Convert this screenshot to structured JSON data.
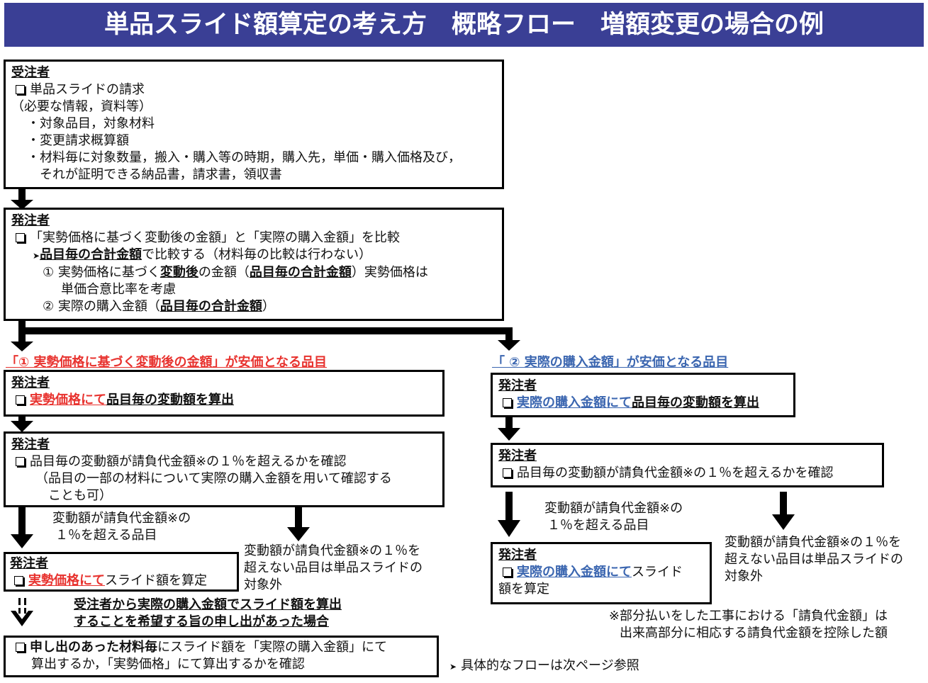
{
  "header": {
    "title": "単品スライド額算定の考え方　概略フロー　増額変更の場合の例"
  },
  "box1": {
    "role": "受注者",
    "request": "単品スライドの請求",
    "lines": [
      "（必要な情報，資料等）",
      "・対象品目，対象材料",
      "・変更請求概算額",
      "・材料毎に対象数量，搬入・購入等の時期，購入先，単価・購入価格及び，",
      "それが証明できる納品書，請求書，領収書"
    ]
  },
  "box2": {
    "role": "発注者",
    "compare": "「実勢価格に基づく変動後の金額」と「実際の購入金額」を比較",
    "method_bold": "品目毎の合計金額",
    "method_rest": "で比較する（材料毎の比較は行わない）",
    "item1_a": "① 実勢価格に基づく",
    "item1_b": "変動後",
    "item1_c": "の金額（",
    "item1_d": "品目毎の合計金額",
    "item1_e": "）実勢価格は",
    "item1_f": "単価合意比率を考慮",
    "item2_a": "② 実際の購入金額（",
    "item2_b": "品目毎の合計金額",
    "item2_c": "）"
  },
  "left": {
    "title": "「① 実勢価格に基づく変動後の金額」が安価となる品目",
    "box3": {
      "role": "発注者",
      "red": "実勢価格にて",
      "rest": "品目毎の変動額を算出"
    },
    "box4": {
      "role": "発注者",
      "line1": "品目毎の変動額が請負代金額※の１％を超えるかを確認",
      "line2": "（品目の一部の材料について実際の購入金額を用いて確認する",
      "line3": "ことも可）"
    },
    "over_label": [
      "変動額が請負代金額※の",
      "１％を超える品目"
    ],
    "notover_label": [
      "変動額が請負代金額※の１％を",
      "超えない品目は単品スライドの",
      "対象外"
    ],
    "box5": {
      "role": "発注者",
      "red": "実勢価格にて",
      "rest": "スライド額を算定"
    },
    "request_note": [
      "受注者から実際の購入金額でスライド額を算出",
      "することを希望する旨の申し出があった場合"
    ],
    "box6": {
      "bold": "申し出のあった材料毎",
      "rest1": "にスライド額を「実際の購入金額」にて",
      "rest2": "算出するか，「実勢価格」にて算出するかを確認"
    }
  },
  "right": {
    "title": "「 ② 実際の購入金額」が安価となる品目",
    "box3": {
      "role": "発注者",
      "blue": "実際の購入金額にて",
      "rest": "品目毎の変動額を算出"
    },
    "box4": {
      "role": "発注者",
      "line1": "品目毎の変動額が請負代金額※の１％を超えるかを確認"
    },
    "over_label": [
      "変動額が請負代金額※の",
      "１％を超える品目"
    ],
    "notover_label": [
      "変動額が請負代金額※の１％を",
      "超えない品目は単品スライドの",
      "対象外"
    ],
    "box5": {
      "role": "発注者",
      "blue": "実際の購入金額にて",
      "rest1": "スライド",
      "rest2": "額を算定"
    },
    "footnote": [
      "※部分払いをした工事における「請負代金額」は",
      "出来高部分に相応する請負代金額を控除した額"
    ],
    "next_page": "具体的なフローは次ページ参照"
  }
}
